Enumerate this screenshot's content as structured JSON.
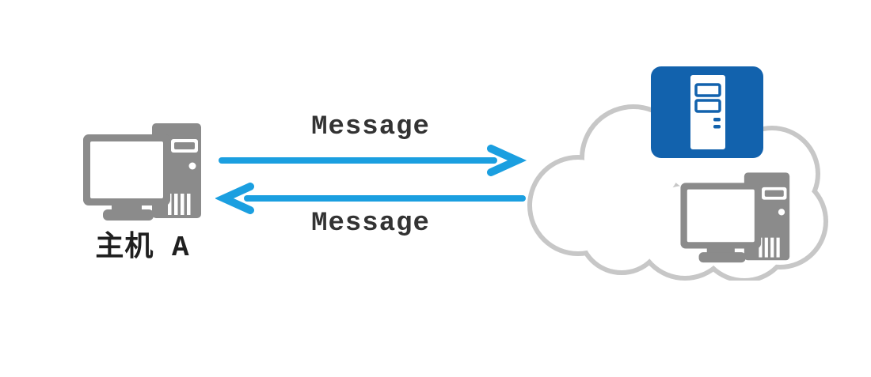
{
  "host": {
    "label": "主机 A"
  },
  "arrows": {
    "top": {
      "label": "Message",
      "direction": "right"
    },
    "bottom": {
      "label": "Message",
      "direction": "left"
    }
  },
  "cloud": {
    "contains": [
      "server-icon",
      "remote-computer-icon"
    ]
  },
  "colors": {
    "arrow_blue": "#1b9fe0",
    "server_blue": "#1262ad",
    "device_gray": "#8b8b8b",
    "cloud_gray": "#c7c7c7",
    "label_text": "#333333",
    "host_text": "#1f1f1f"
  }
}
